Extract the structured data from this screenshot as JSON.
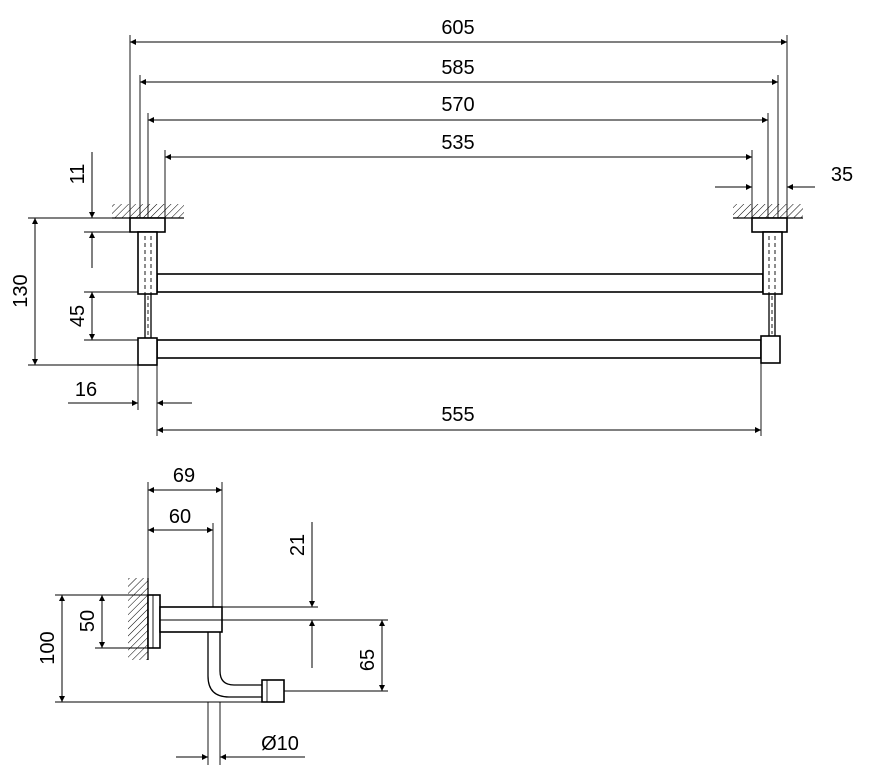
{
  "front_view": {
    "overall_width": "605",
    "width_585": "585",
    "width_570": "570",
    "inner_width": "535",
    "flange_width": "35",
    "flange_thickness": "11",
    "overall_height": "130",
    "rail_spacing": "45",
    "post_width": "16",
    "rail_length": "555"
  },
  "side_view": {
    "projection_69": "69",
    "projection_60": "60",
    "offset_21": "21",
    "flange_height": "50",
    "total_height": "100",
    "drop_65": "65",
    "rod_diameter": "Ø10"
  },
  "colors": {
    "line": "#000000",
    "background": "#ffffff"
  }
}
